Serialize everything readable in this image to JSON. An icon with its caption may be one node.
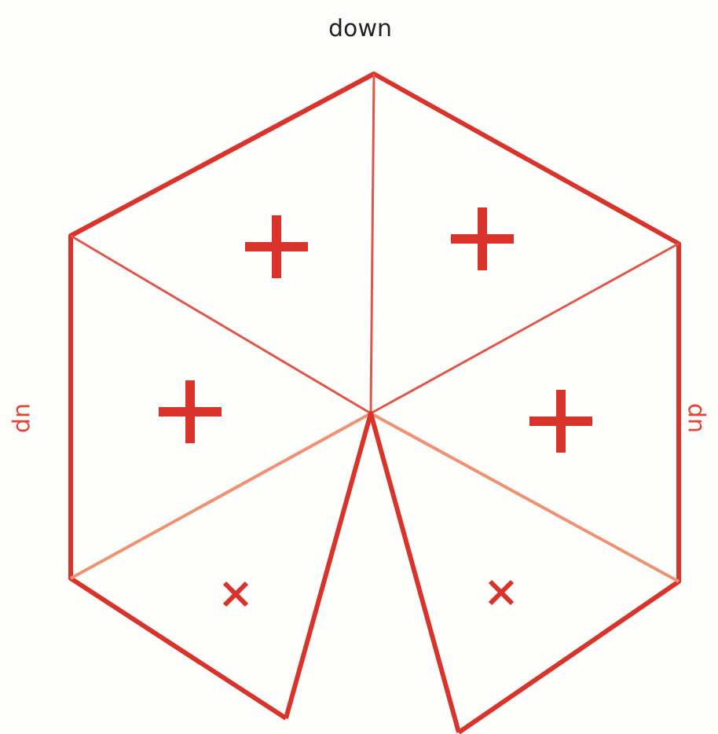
{
  "diagram": {
    "labels": [
      "down",
      "up",
      "up"
    ]
  }
}
